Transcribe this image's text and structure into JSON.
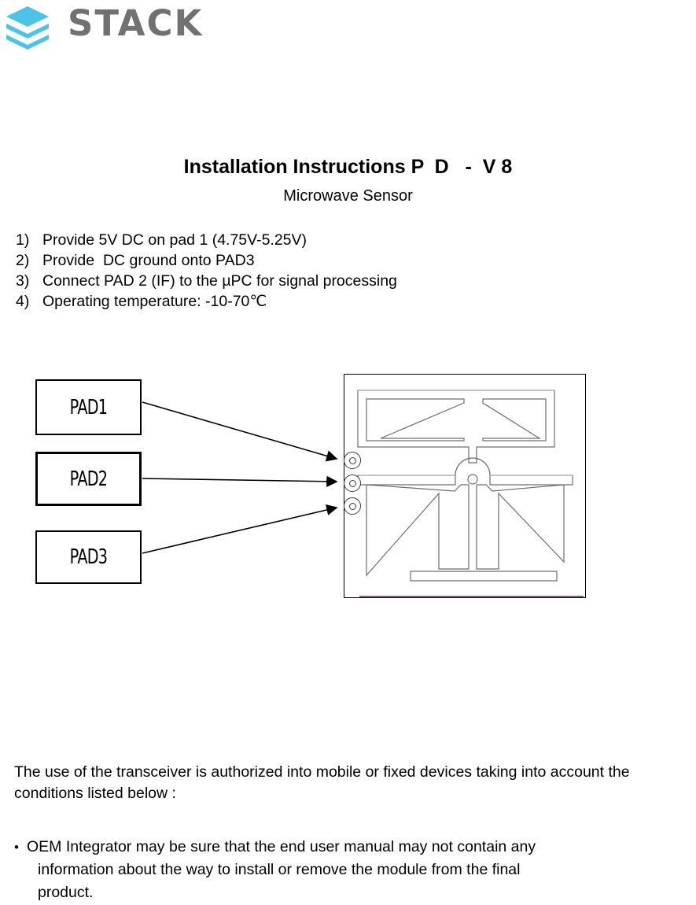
{
  "brand": {
    "wordmark": "STACK",
    "logo_icon": "stacked-layers-icon",
    "logo_color": "#4dc3e8"
  },
  "document": {
    "title": "Installation Instructions P  D   -  V 8",
    "subtitle": "Microwave Sensor"
  },
  "instructions": [
    {
      "number": "1)",
      "text": "Provide 5V DC on pad 1 (4.75V-5.25V)"
    },
    {
      "number": "2)",
      "text": "Provide  DC ground onto PAD3"
    },
    {
      "number": "3)",
      "text": "Connect PAD 2 (IF) to the µPC for signal processing"
    },
    {
      "number": "4)",
      "text": "Operating temperature: -10-70℃"
    }
  ],
  "diagram": {
    "pads": [
      {
        "label": "PAD1"
      },
      {
        "label": "PAD2"
      },
      {
        "label": "PAD3"
      }
    ],
    "board_trace_color": "#8e5a8e"
  },
  "footer": {
    "paragraph": "The use of the transceiver is authorized into mobile or fixed devices taking into account the conditions listed below :",
    "bullet_mark": "•",
    "bullet_line1": "OEM Integrator may be sure that the end user manual may not contain any",
    "bullet_line2": "information about the way to install or remove the module from the final",
    "bullet_line3": "product."
  }
}
